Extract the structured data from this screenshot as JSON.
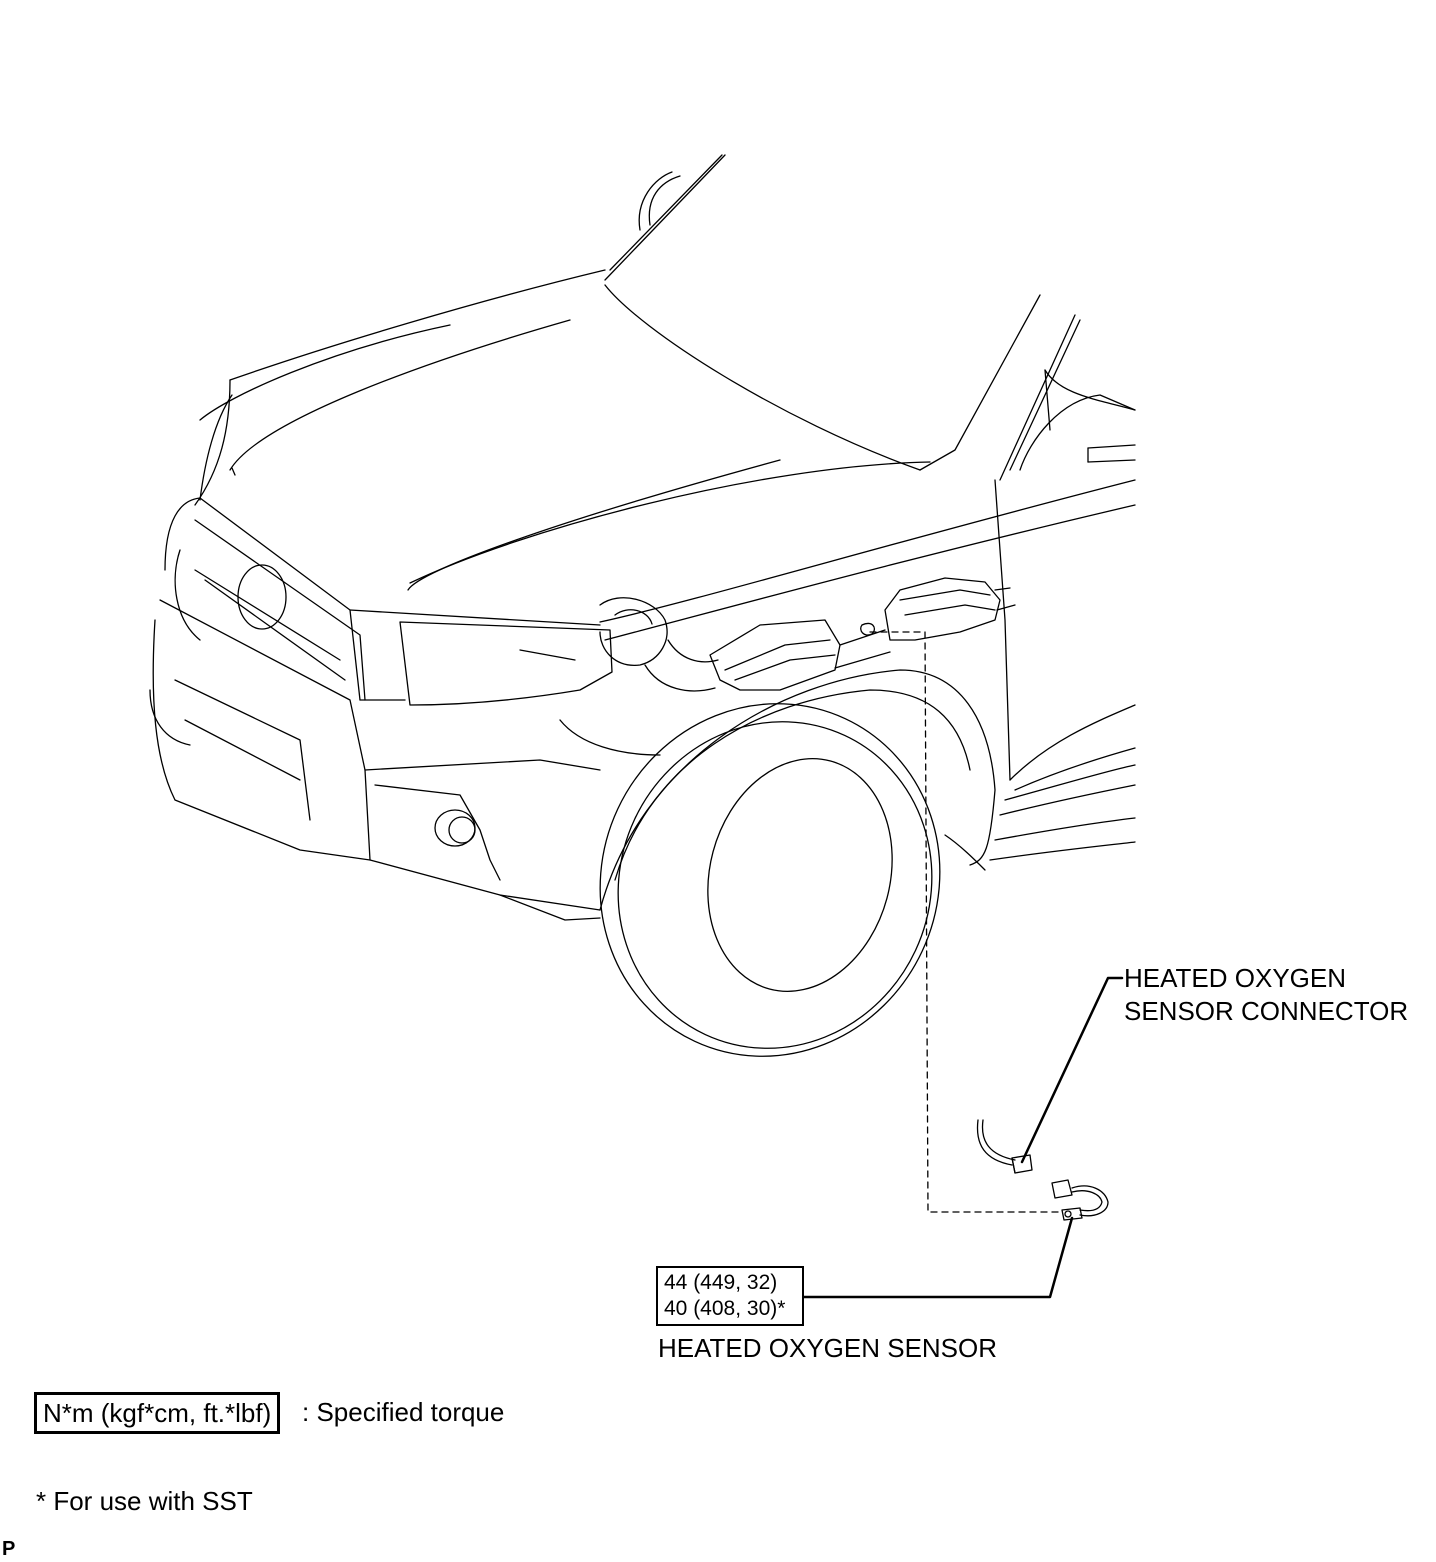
{
  "callouts": {
    "connector_line1": "HEATED OXYGEN",
    "connector_line2": "SENSOR CONNECTOR",
    "sensor": "HEATED OXYGEN SENSOR"
  },
  "torque": {
    "line1": "44 (449, 32)",
    "line2": "40 (408, 30)*"
  },
  "legend": {
    "box_label": "N*m (kgf*cm, ft.*lbf)",
    "description": ": Specified torque",
    "footnote": "* For use with SST"
  },
  "corner_mark": "P",
  "colors": {
    "ink": "#000000",
    "paper": "#ffffff"
  }
}
